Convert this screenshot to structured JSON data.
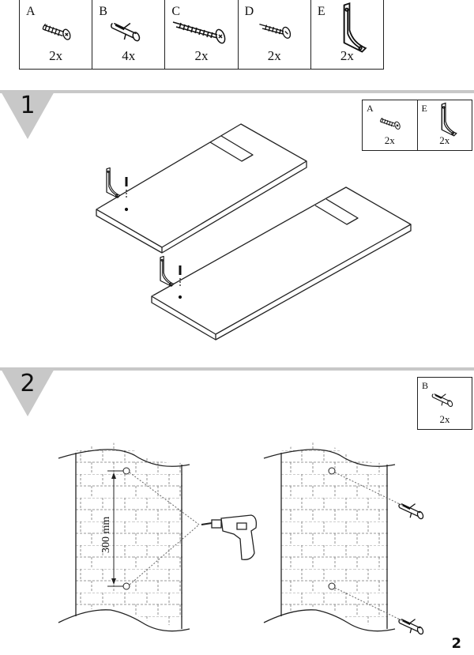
{
  "parts": [
    {
      "letter": "A",
      "count": "2x",
      "icon": "screw-short-icon"
    },
    {
      "letter": "B",
      "count": "4x",
      "icon": "wall-anchor-icon"
    },
    {
      "letter": "C",
      "count": "2x",
      "icon": "screw-long-icon"
    },
    {
      "letter": "D",
      "count": "2x",
      "icon": "screw-pan-head-icon"
    },
    {
      "letter": "E",
      "count": "2x",
      "icon": "bracket-icon"
    }
  ],
  "step1": {
    "number": "1",
    "parts": [
      {
        "letter": "A",
        "count": "2x"
      },
      {
        "letter": "E",
        "count": "2x"
      }
    ]
  },
  "step2": {
    "number": "2",
    "parts": [
      {
        "letter": "B",
        "count": "2x"
      }
    ],
    "dimension": "300 mm"
  },
  "page_number": "2"
}
